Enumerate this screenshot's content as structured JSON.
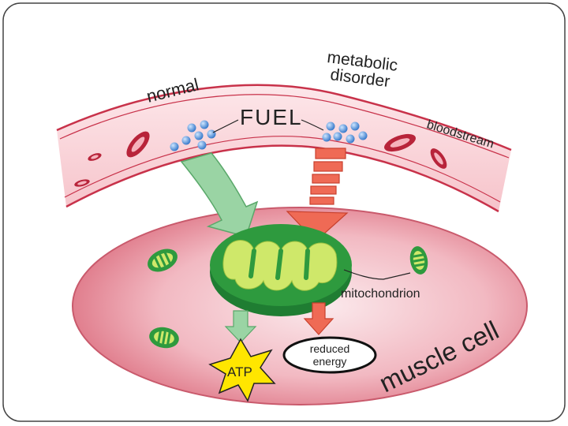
{
  "labels": {
    "normal": "normal",
    "metabolic_line1": "metabolic",
    "metabolic_line2": "disorder",
    "fuel": "FUEL",
    "bloodstream": "bloodstream",
    "mitochondrion": "mitochondrion",
    "reduced_line1": "reduced",
    "reduced_line2": "energy",
    "atp": "ATP",
    "muscle_cell": "muscle cell"
  },
  "colors": {
    "vessel": "#f7c9cf",
    "vessel_border": "#c8324a",
    "cell_fill": "#e88c98",
    "mito_outer": "#2e9a3e",
    "mito_inner": "#cfe86a",
    "fuel_molecule": "#3b7fd0",
    "normal_arrow": "#8fcf9a",
    "disorder_arrow": "#ef6a55",
    "atp_star": "#ffe600"
  }
}
